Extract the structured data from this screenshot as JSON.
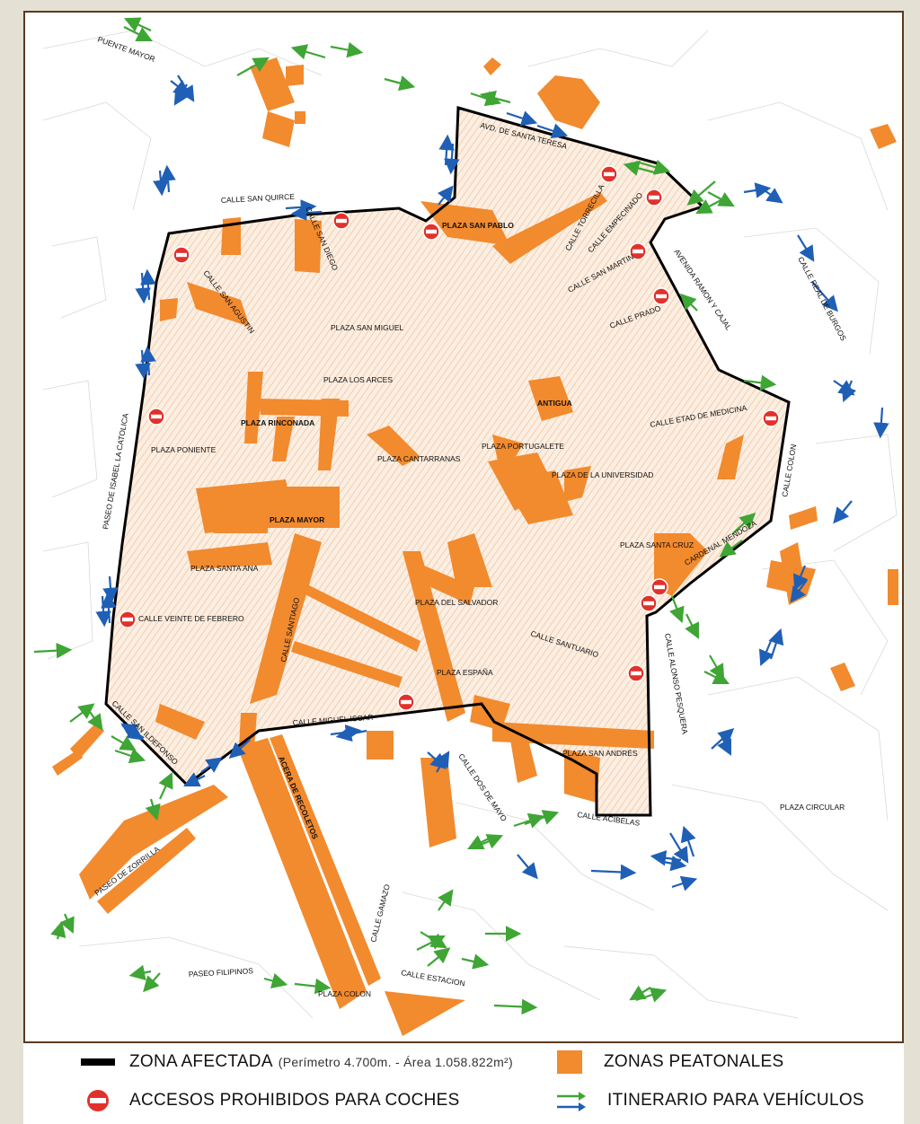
{
  "map": {
    "labels": {
      "puente_mayor": "PUENTE MAYOR",
      "avd_santa_teresa": "AVD. DE SANTA TERESA",
      "calle_san_quirce": "CALLE SAN QUIRCE",
      "calle_san_diego": "CALLE SAN DIEGO",
      "plaza_san_pablo": "PLAZA SAN PABLO",
      "calle_torrecilla": "CALLE TORRECILLA",
      "calle_empecinado": "CALLE EMPECINADO",
      "calle_san_martin": "CALLE SAN MARTIN",
      "calle_prado": "CALLE PRADO",
      "avenida_ramon_cajal": "AVENIDA RAMON Y CAJAL",
      "calle_real_burgos": "CALLE REAL DE BURGOS",
      "calle_san_agustin": "CALLE SAN AGUSTIN",
      "plaza_san_miguel": "PLAZA SAN MIGUEL",
      "plaza_los_arces": "PLAZA LOS ARCES",
      "antigua": "ANTIGUA",
      "calle_etad_medicina": "CALLE ETAD DE MEDICINA",
      "paseo_isabel_catolica": "PASEO DE ISABEL LA CATOLICA",
      "plaza_rinconada": "PLAZA RINCONADA",
      "plaza_poniente": "PLAZA PONIENTE",
      "plaza_cantarranas": "PLAZA CANTARRANAS",
      "plaza_portugalete": "PLAZA PORTUGALETE",
      "plaza_universidad": "PLAZA DE LA UNIVERSIDAD",
      "calle_colon": "CALLE COLON",
      "plaza_mayor": "PLAZA MAYOR",
      "plaza_santa_cruz": "PLAZA SANTA CRUZ",
      "cardenal_mendoza": "CARDENAL MENDOZA",
      "plaza_santa_ana": "PLAZA SANTA ANA",
      "calle_santiago": "CALLE SANTIAGO",
      "plaza_del_salvador": "PLAZA DEL SALVADOR",
      "calle_veinte_febrero": "CALLE VEINTE DE FEBRERO",
      "calle_santuario": "CALLE SANTUARIO",
      "calle_alonso_pesquera": "CALLE ALONSO PESQUERA",
      "plaza_espana": "PLAZA ESPAÑA",
      "calle_miguel_iscar": "CALLE MIGUEL ISCAR",
      "calle_san_ildefonso": "CALLE SAN ILDEFONSO",
      "calle_dos_mayo": "CALLE DOS DE MAYO",
      "plaza_san_andres": "PLAZA SAN ANDRÉS",
      "calle_acibelas": "CALLE ACIBELAS",
      "plaza_circular": "PLAZA CIRCULAR",
      "acera_recoletos": "ACERA DE RECOLETOS",
      "paseo_zorrilla": "PASEO DE ZORRILLA",
      "calle_gamazo": "CALLE GAMAZO",
      "paseo_filipinos": "PASEO FILIPINOS",
      "plaza_colon": "PLAZA COLON",
      "calle_estacion": "CALLE ESTACION"
    }
  },
  "legend": {
    "zona_afectada": "ZONA AFECTADA",
    "zona_afectada_detail": "(Perímetro 4.700m. - Área 1.058.822m²)",
    "accesos": "ACCESOS PROHIBIDOS PARA COCHES",
    "zonas_peatonales": "ZONAS PEATONALES",
    "itinerario": "ITINERARIO PARA VEHÍCULOS"
  },
  "colors": {
    "pedestrian": "#f28a2e",
    "boundary": "#000000",
    "no_entry": "#e2312b",
    "route_green": "#3fa535",
    "route_blue": "#1f5fb5",
    "frame": "#5a3a1e"
  },
  "icons": {
    "no_entry": "no-entry-icon",
    "arrow_green": "arrow-icon",
    "arrow_blue": "arrow-icon"
  }
}
